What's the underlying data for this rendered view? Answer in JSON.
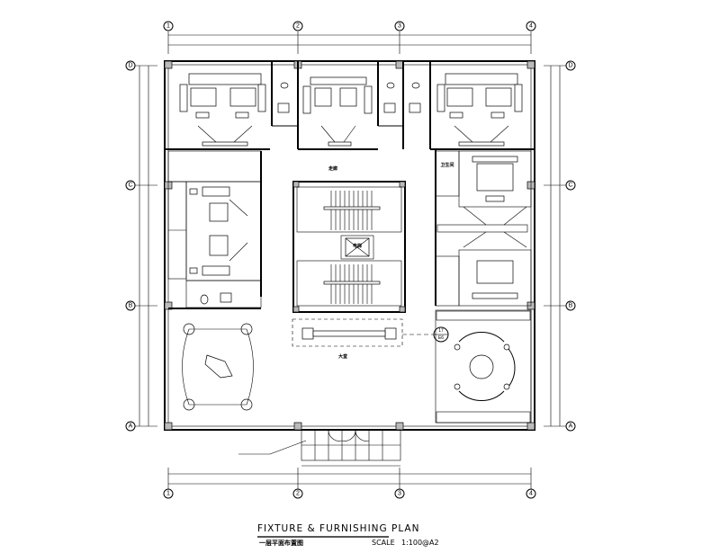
{
  "drawing": {
    "title": "FIXTURE & FURNISHING PLAN",
    "subtitle": "一层平面布置图",
    "scale_label": "SCALE",
    "scale_value": "1:100@A2"
  },
  "grid": {
    "columns": [
      "1",
      "2",
      "3",
      "4"
    ],
    "rows": [
      "D",
      "C",
      "B",
      "A"
    ]
  },
  "callout": {
    "top": "17",
    "bottom": "E6"
  },
  "rooms": {
    "corridor": "走廊",
    "lobby": "大堂",
    "elevator": "电梯",
    "bath": "卫生间"
  }
}
